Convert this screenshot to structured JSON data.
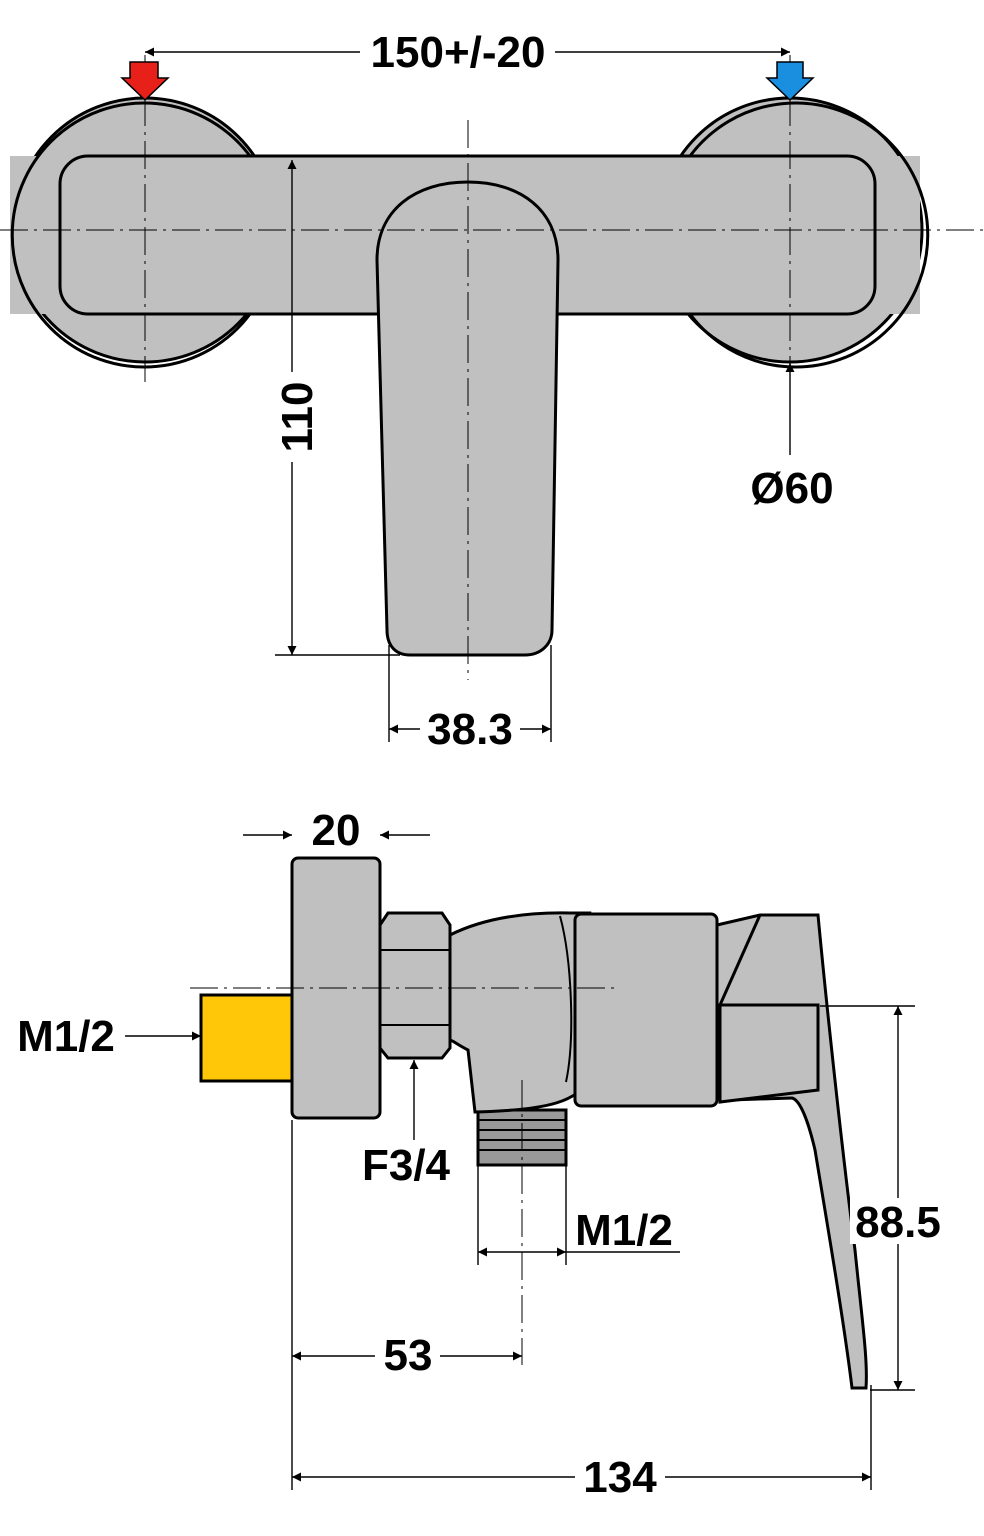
{
  "top_view": {
    "dim_width": "150+/-20",
    "dim_height": "110",
    "dim_diameter": "Ø60",
    "dim_lever_width": "38.3",
    "hot_arrow_color": "#e8201a",
    "cold_arrow_color": "#1a8fe0"
  },
  "side_view": {
    "dim_flange": "20",
    "dim_inlet_thread": "M1/2",
    "dim_nut_thread": "F3/4",
    "dim_outlet_thread": "M1/2",
    "dim_outlet_offset": "53",
    "dim_total_depth": "134",
    "dim_lever_height": "88.5",
    "inlet_color": "#ffc708"
  }
}
